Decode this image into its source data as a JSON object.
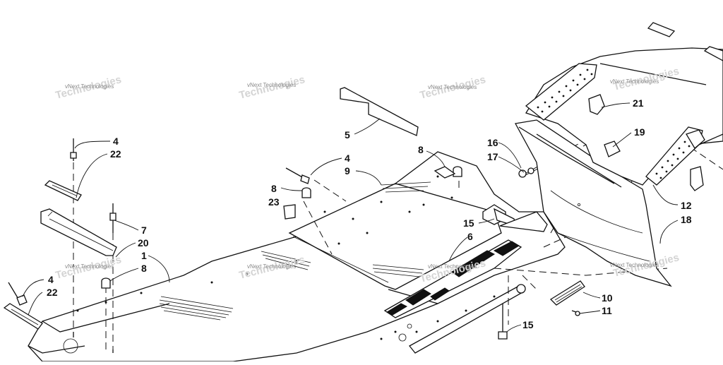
{
  "watermark_text": "vNext Technologies",
  "watermark_big_text": "Technologies",
  "callouts": [
    {
      "id": "c1",
      "label": "1"
    },
    {
      "id": "c4a",
      "label": "4"
    },
    {
      "id": "c22a",
      "label": "22"
    },
    {
      "id": "c7",
      "label": "7"
    },
    {
      "id": "c20",
      "label": "20"
    },
    {
      "id": "c8a",
      "label": "8"
    },
    {
      "id": "c4b",
      "label": "4"
    },
    {
      "id": "c22b",
      "label": "22"
    },
    {
      "id": "c5",
      "label": "5"
    },
    {
      "id": "c4c",
      "label": "4"
    },
    {
      "id": "c9",
      "label": "9"
    },
    {
      "id": "c8b",
      "label": "8"
    },
    {
      "id": "c23",
      "label": "23"
    },
    {
      "id": "c8c",
      "label": "8"
    },
    {
      "id": "c15a",
      "label": "15"
    },
    {
      "id": "c6",
      "label": "6"
    },
    {
      "id": "c16",
      "label": "16"
    },
    {
      "id": "c17",
      "label": "17"
    },
    {
      "id": "c21",
      "label": "21"
    },
    {
      "id": "c19",
      "label": "19"
    },
    {
      "id": "c12",
      "label": "12"
    },
    {
      "id": "c18",
      "label": "18"
    },
    {
      "id": "c10",
      "label": "10"
    },
    {
      "id": "c11",
      "label": "11"
    },
    {
      "id": "c15b",
      "label": "15"
    }
  ]
}
